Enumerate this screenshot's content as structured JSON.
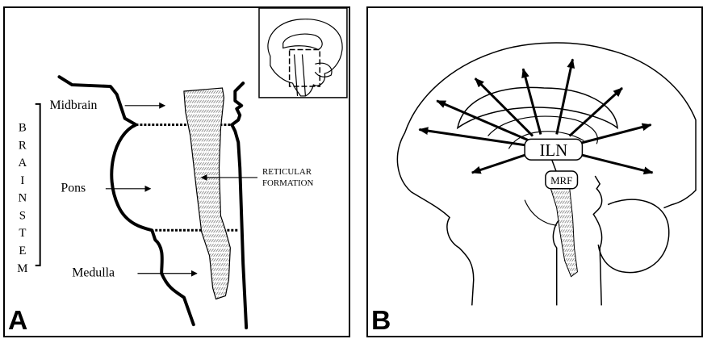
{
  "panel_a": {
    "letter": "A",
    "brainstem_letters": [
      "B",
      "R",
      "A",
      "I",
      "N",
      "S",
      "T",
      "E",
      "M"
    ],
    "labels": {
      "midbrain": "Midbrain",
      "pons": "Pons",
      "medulla": "Medulla",
      "reticular_1": "RETICULAR",
      "reticular_2": "FORMATION"
    }
  },
  "panel_b": {
    "letter": "B",
    "labels": {
      "iln": "ILN",
      "mrf": "MRF"
    }
  }
}
